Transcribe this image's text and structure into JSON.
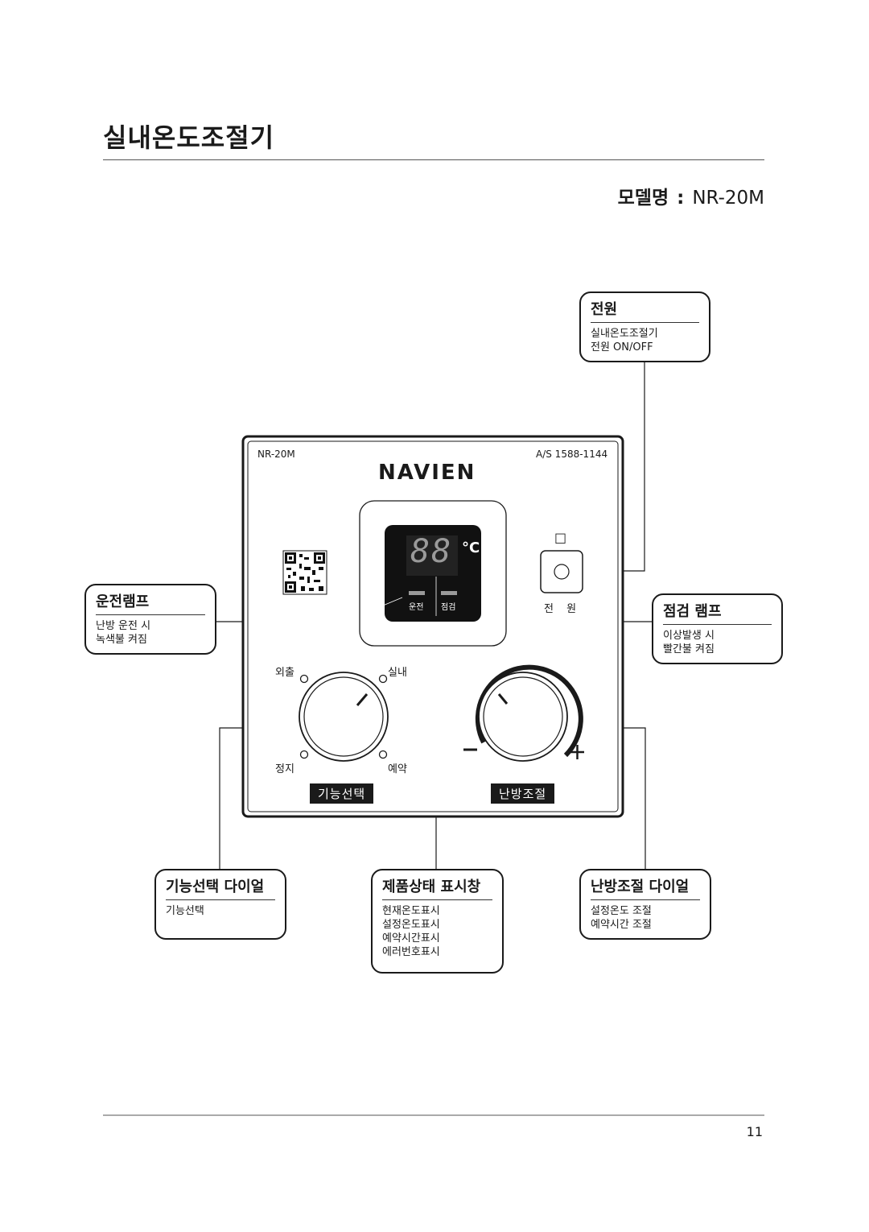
{
  "page": {
    "title": "실내온도조절기",
    "page_number": "11"
  },
  "model": {
    "label": "모델명",
    "separator": ":",
    "value": "NR-20M"
  },
  "device": {
    "model": "NR-20M",
    "as_number": "A/S 1588-1144",
    "brand": "NAVIEN",
    "display": {
      "digits": "88",
      "unit": "°C"
    },
    "lamps": {
      "run": "운전",
      "check": "점검"
    },
    "power_symbol": "□",
    "power_label": "전 원",
    "mode_dial": {
      "tag": "기능선택",
      "positions": [
        "외출",
        "실내",
        "정지",
        "예약"
      ]
    },
    "heat_dial": {
      "tag": "난방조절",
      "minus": "−",
      "plus": "+"
    }
  },
  "callouts": {
    "power": {
      "title": "전원",
      "lines": [
        "실내온도조절기",
        "전원 ON/OFF"
      ]
    },
    "run_lamp": {
      "title": "운전램프",
      "lines": [
        "난방 운전 시",
        "녹색불 켜짐"
      ]
    },
    "check_lamp": {
      "title": "점검 램프",
      "lines": [
        "이상발생 시",
        "빨간불 켜짐"
      ]
    },
    "mode_dial": {
      "title": "기능선택 다이얼",
      "lines": [
        "기능선택"
      ]
    },
    "display": {
      "title": "제품상태 표시창",
      "lines": [
        "현재온도표시",
        "설정온도표시",
        "예약시간표시",
        "에러번호표시"
      ]
    },
    "heat_dial": {
      "title": "난방조절 다이얼",
      "lines": [
        "설정온도 조절",
        "예약시간 조절"
      ]
    }
  }
}
